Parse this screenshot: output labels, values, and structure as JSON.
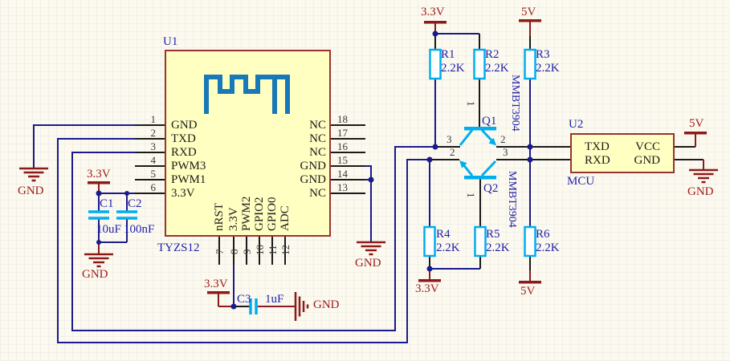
{
  "u1": {
    "ref": "U1",
    "part": "TYZS12",
    "left_pins": [
      {
        "num": "1",
        "name": "GND"
      },
      {
        "num": "2",
        "name": "TXD"
      },
      {
        "num": "3",
        "name": "RXD"
      },
      {
        "num": "4",
        "name": "PWM3"
      },
      {
        "num": "5",
        "name": "PWM1"
      },
      {
        "num": "6",
        "name": "3.3V"
      }
    ],
    "right_pins": [
      {
        "num": "18",
        "name": "NC"
      },
      {
        "num": "17",
        "name": "NC"
      },
      {
        "num": "16",
        "name": "NC"
      },
      {
        "num": "15",
        "name": "GND"
      },
      {
        "num": "14",
        "name": "GND"
      },
      {
        "num": "13",
        "name": "NC"
      }
    ],
    "bottom_pins": [
      {
        "num": "7",
        "name": "nRST"
      },
      {
        "num": "8",
        "name": "3.3V"
      },
      {
        "num": "9",
        "name": "PWM2"
      },
      {
        "num": "10",
        "name": "GPIO2"
      },
      {
        "num": "11",
        "name": "GPIO0"
      },
      {
        "num": "12",
        "name": "ADC"
      }
    ]
  },
  "u2": {
    "ref": "U2",
    "part": "MCU",
    "left_pins": [
      {
        "name": "TXD"
      },
      {
        "name": "RXD"
      }
    ],
    "right_pins": [
      {
        "name": "VCC"
      },
      {
        "name": "GND"
      }
    ]
  },
  "resistors": [
    {
      "ref": "R1",
      "value": "2.2K"
    },
    {
      "ref": "R2",
      "value": "2.2K"
    },
    {
      "ref": "R3",
      "value": "2.2K"
    },
    {
      "ref": "R4",
      "value": "2.2K"
    },
    {
      "ref": "R5",
      "value": "2.2K"
    },
    {
      "ref": "R6",
      "value": "2.2K"
    }
  ],
  "capacitors": [
    {
      "ref": "C1",
      "value": "10uF"
    },
    {
      "ref": "C2",
      "value": "100nF"
    },
    {
      "ref": "C3",
      "value": "1uF"
    }
  ],
  "transistors": [
    {
      "ref": "Q1",
      "part": "MMBT3904",
      "pin_base": "1",
      "pin_left": "3",
      "pin_right": "2"
    },
    {
      "ref": "Q2",
      "part": "MMBT3904",
      "pin_base": "1",
      "pin_left": "2",
      "pin_right": "3"
    }
  ],
  "power": {
    "v33": "3.3V",
    "v5": "5V",
    "gnd": "GND"
  },
  "colors": {
    "wire": "#1A1A8C",
    "pin": "#1A1A1A",
    "power": "#8C1A1A",
    "component": "#00AEEF",
    "antenna": "#1879B8",
    "ic_fill": "#FFFFC2",
    "ic_border": "#993333",
    "designator_text": "#2121AA",
    "power_text": "#9E1B1B"
  }
}
